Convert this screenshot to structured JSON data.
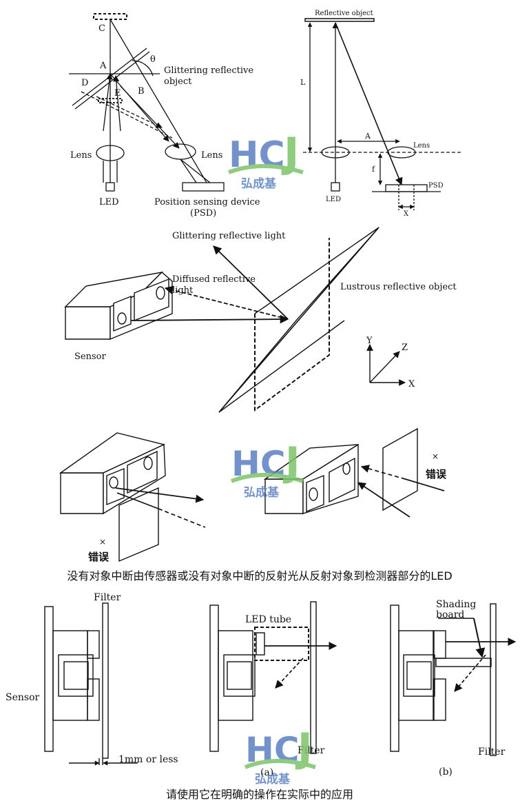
{
  "panel1": {
    "labels": {
      "c": "C",
      "a": "A",
      "d": "D",
      "e": "E",
      "b": "B",
      "theta": "θ",
      "glittering_line1": "Glittering reflective",
      "glittering_line2": "object",
      "lens_left": "Lens",
      "lens_right": "Lens",
      "led": "LED",
      "psd_line1": "Position sensing device",
      "psd_line2": "(PSD)"
    }
  },
  "panel2": {
    "labels": {
      "reflective_object": "Reflective object",
      "l": "L",
      "a": "A",
      "lens": "Lens",
      "f": "f",
      "psd": "PSD",
      "led": "LED",
      "x": "X"
    }
  },
  "panel3": {
    "labels": {
      "glittering_light": "Glittering reflective light",
      "diffused_line1": "Diffused reflective",
      "diffused_line2": "light",
      "lustrous": "Lustrous reflective object",
      "sensor": "Sensor",
      "axis_y": "Y",
      "axis_z": "Z",
      "axis_x": "X"
    }
  },
  "panel4": {
    "wrong_mark": "×",
    "wrong_label": "错误"
  },
  "caption1": "没有对象中断由传感器或没有对象中断的反射光从反射对象到检测器部分的LED",
  "panel5": {
    "labels": {
      "filter_top": "Filter",
      "sensor": "Sensor",
      "gap": "1mm or less",
      "led_tube": "LED tube",
      "filter_mid": "Filter",
      "sub_a": "(a)",
      "shading_line1": "Shading",
      "shading_line2": "board",
      "filter_right": "Filter",
      "sub_b": "(b)"
    }
  },
  "caption2": "请使用它在明确的操作在实际中的应用",
  "watermark": {
    "h": "H",
    "c": "C",
    "j": "J",
    "chinese": "弘成基"
  }
}
